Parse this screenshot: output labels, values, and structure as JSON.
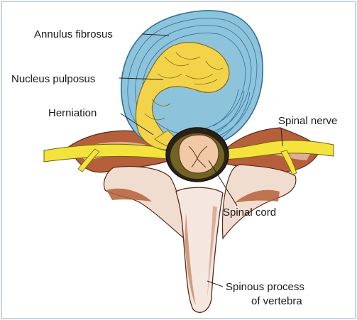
{
  "labels": {
    "annulus": "Annulus fibrosus",
    "nucleus": "Nucleus pulposus",
    "herniation": "Herniation",
    "nerve": "Spinal nerve",
    "cord": "Spinal cord",
    "spinous_line1": "Spinous process",
    "spinous_line2": "of vertebra"
  },
  "colors": {
    "background": "#ffffff",
    "frame": "#c8d4dc",
    "annulus_fill": "#8ec3dc",
    "annulus_lines": "#2f6f99",
    "nucleus_fill": "#f2d34a",
    "nerve_fill": "#f3e33c",
    "cord_fill": "#f1c9a7",
    "canal_dark": "#2b2116",
    "bone_brown": "#b5603b",
    "bone_light": "#f4e7df"
  }
}
